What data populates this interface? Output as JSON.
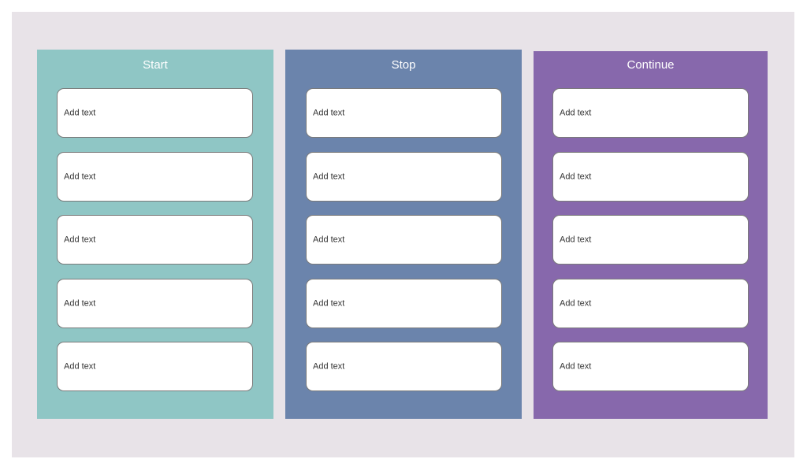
{
  "colors": {
    "board_background": "#e8e3e8",
    "start": "#8fc6c5",
    "stop": "#6b84ac",
    "continue": "#8768ac",
    "card_border": "#7a7a7a"
  },
  "columns": [
    {
      "title": "Start",
      "color": "#8fc6c5",
      "cards": [
        "Add text",
        "Add text",
        "Add text",
        "Add text",
        "Add text"
      ]
    },
    {
      "title": "Stop",
      "color": "#6b84ac",
      "cards": [
        "Add text",
        "Add text",
        "Add text",
        "Add text",
        "Add text"
      ]
    },
    {
      "title": "Continue",
      "color": "#8768ac",
      "cards": [
        "Add text",
        "Add text",
        "Add text",
        "Add text",
        "Add text"
      ]
    }
  ]
}
